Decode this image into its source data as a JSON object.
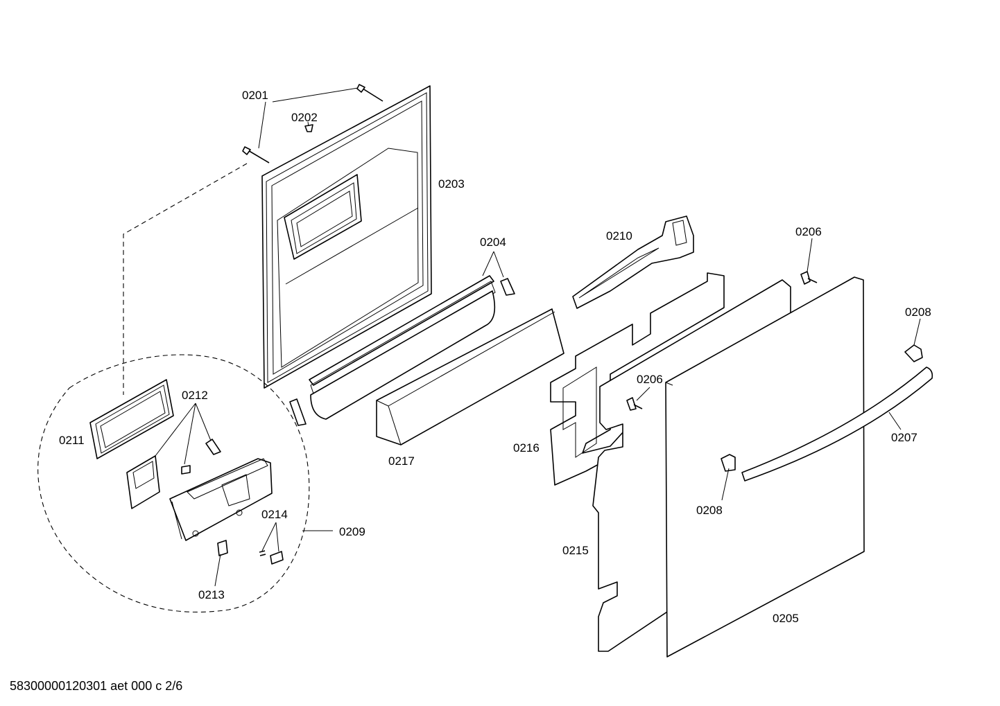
{
  "labels": {
    "p0201": "0201",
    "p0202": "0202",
    "p0203": "0203",
    "p0204": "0204",
    "p0205": "0205",
    "p0206a": "0206",
    "p0206b": "0206",
    "p0207": "0207",
    "p0208a": "0208",
    "p0208b": "0208",
    "p0209": "0209",
    "p0210": "0210",
    "p0211": "0211",
    "p0212": "0212",
    "p0213": "0213",
    "p0214": "0214",
    "p0215": "0215",
    "p0216": "0216",
    "p0217": "0217"
  },
  "footer": "58300000120301 aet 000 c 2/6"
}
